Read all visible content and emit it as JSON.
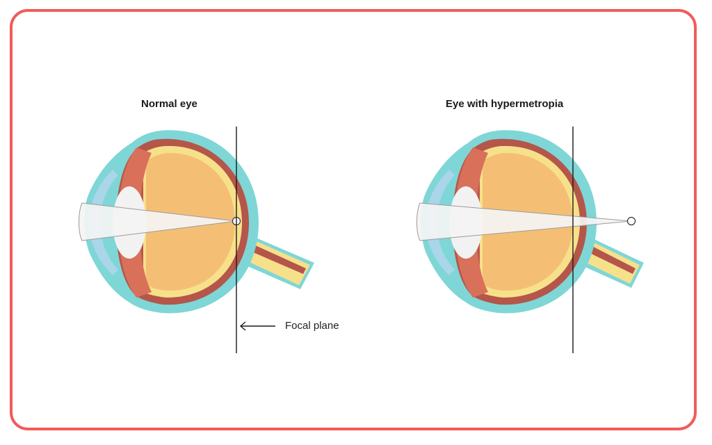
{
  "diagram": {
    "left_title": "Normal eye",
    "right_title": "Eye with hypermetropia",
    "focal_plane_label": "Focal plane"
  },
  "colors": {
    "frame": "#f25b5b",
    "sclera_outer": "#7fd6d6",
    "choroid": "#b5564a",
    "retina": "#f7e08a",
    "vitreous": "#f4bf74",
    "ciliary": "#d9705a",
    "cornea": "#a9d6e8",
    "lens": "#f2f2f2",
    "light_cone": "#f4f4f4",
    "line": "#1a1a1a"
  },
  "icons": {
    "focal-arrow-icon": "left-arrow"
  }
}
